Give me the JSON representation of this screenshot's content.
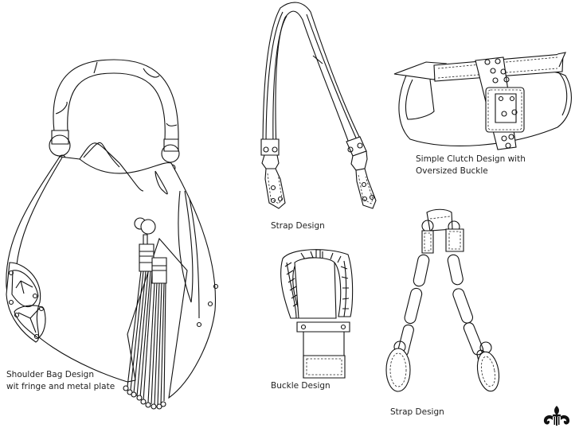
{
  "sheet": {
    "items": [
      {
        "id": "shoulder-bag",
        "label_lines": [
          "Shoulder Bag Design",
          "wit fringe and metal plate"
        ]
      },
      {
        "id": "strap-1",
        "label_lines": [
          "Strap Design"
        ]
      },
      {
        "id": "clutch",
        "label_lines": [
          "Simple Clutch Design with",
          "Oversized Buckle"
        ]
      },
      {
        "id": "buckle",
        "label_lines": [
          "Buckle Design"
        ]
      },
      {
        "id": "strap-2",
        "label_lines": [
          "Strap Design"
        ]
      }
    ],
    "ornament": "fleur-de-lis-icon",
    "colors": {
      "background": "#ffffff",
      "line": "#111111"
    }
  }
}
